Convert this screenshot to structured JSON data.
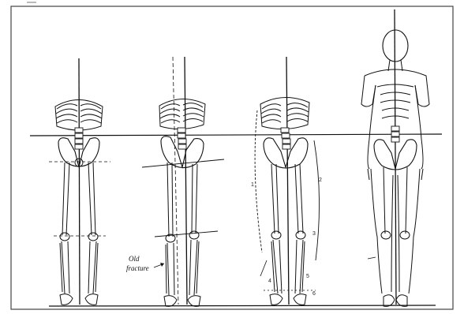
{
  "figure": {
    "annotation_line1": "Old",
    "annotation_line2": "fracture",
    "small_marks": [
      "1",
      "2",
      "3",
      "4",
      "5",
      "6"
    ],
    "colors": {
      "ink": "#111111",
      "paper": "#ffffff",
      "frame": "#444444"
    }
  }
}
